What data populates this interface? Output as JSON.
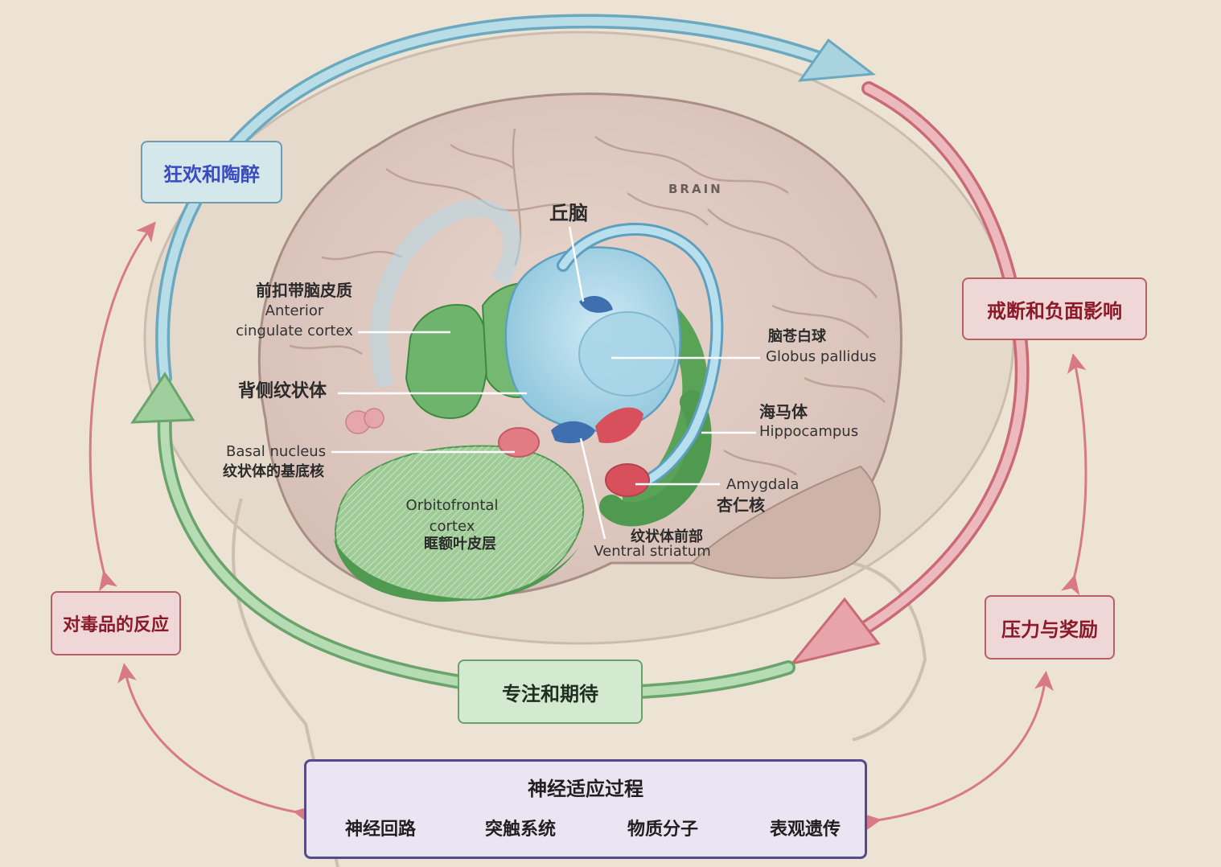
{
  "boxes": {
    "euphoria": "狂欢和陶醉",
    "withdrawal": "戒断和负面影响",
    "stress_reward": "压力与奖励",
    "focus": "专注和期待",
    "drug_response": "对毒品的反应"
  },
  "panel": {
    "title": "神经适应过程",
    "items": [
      "神经回路",
      "突触系统",
      "物质分子",
      "表观遗传"
    ]
  },
  "labels": {
    "brain": "BRAIN",
    "thalamus_cn": "丘脑",
    "acc_cn": "前扣带脑皮质",
    "acc_en_1": "Anterior",
    "acc_en_2": "cingulate cortex",
    "dorsal_striatum_cn": "背侧纹状体",
    "basal_nucleus_en": "Basal nucleus",
    "basal_nucleus_cn": "纹状体的基底核",
    "ofc_en_1": "Orbitofrontal",
    "ofc_en_2": "cortex",
    "ofc_cn": "眶额叶皮层",
    "globus_pallidus_cn": "脑苍白球",
    "globus_pallidus_en": "Globus pallidus",
    "hippocampus_cn": "海马体",
    "hippocampus_en": "Hippocampus",
    "amygdala_en": "Amygdala",
    "amygdala_cn": "杏仁核",
    "ventral_striatum_cn": "纹状体前部",
    "ventral_striatum_en": "Ventral striatum"
  },
  "colors": {
    "background": "#ede3d5",
    "euphoria_stage": "#d4e7ea",
    "withdrawal_stage": "#f0d7d7",
    "focus_stage": "#d3e9d0",
    "panel": "#eae5f2",
    "panel_border": "#574a8c"
  }
}
